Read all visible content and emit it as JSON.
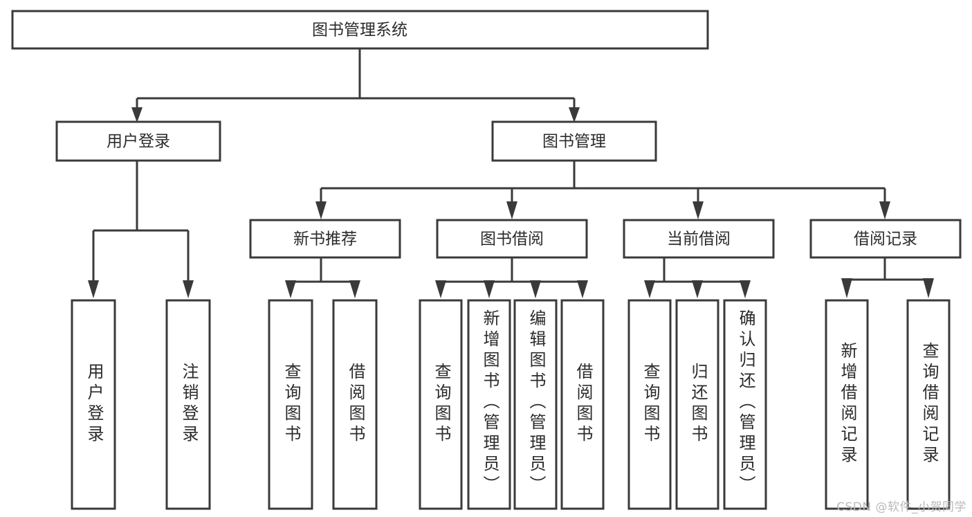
{
  "diagram": {
    "title": "图书管理系统",
    "type": "tree-hierarchy-chart",
    "watermark": "CSDN @软件_小贺同学",
    "colors": {
      "stroke": "#3a3a3a",
      "fill": "#ffffff",
      "text": "#2b2b2b",
      "watermark": "#b9b9b9",
      "background": "#ffffff"
    },
    "nodes": {
      "root": {
        "label": "图书管理系统"
      },
      "level1": [
        {
          "id": "user-login",
          "label": "用户登录"
        },
        {
          "id": "book-manage",
          "label": "图书管理"
        }
      ],
      "level2": [
        {
          "id": "new-book-recommend",
          "label": "新书推荐"
        },
        {
          "id": "book-borrow",
          "label": "图书借阅"
        },
        {
          "id": "current-borrow",
          "label": "当前借阅"
        },
        {
          "id": "borrow-record",
          "label": "借阅记录"
        }
      ],
      "leaves": {
        "user-login": [
          {
            "id": "leaf-user-login",
            "label": "用户登录"
          },
          {
            "id": "leaf-logout",
            "label": "注销登录"
          }
        ],
        "new-book-recommend": [
          {
            "id": "leaf-query-book-1",
            "label": "查询图书"
          },
          {
            "id": "leaf-borrow-book-1",
            "label": "借阅图书"
          }
        ],
        "book-borrow": [
          {
            "id": "leaf-query-book-2",
            "label": "查询图书"
          },
          {
            "id": "leaf-add-book",
            "label": "新增图书（管理员）"
          },
          {
            "id": "leaf-edit-book",
            "label": "编辑图书（管理员）"
          },
          {
            "id": "leaf-borrow-book-2",
            "label": "借阅图书"
          }
        ],
        "current-borrow": [
          {
            "id": "leaf-query-book-3",
            "label": "查询图书"
          },
          {
            "id": "leaf-return-book",
            "label": "归还图书"
          },
          {
            "id": "leaf-confirm-return",
            "label": "确认归还（管理员）"
          }
        ],
        "borrow-record": [
          {
            "id": "leaf-add-record",
            "label": "新增借阅记录"
          },
          {
            "id": "leaf-query-record",
            "label": "查询借阅记录"
          }
        ]
      }
    }
  }
}
